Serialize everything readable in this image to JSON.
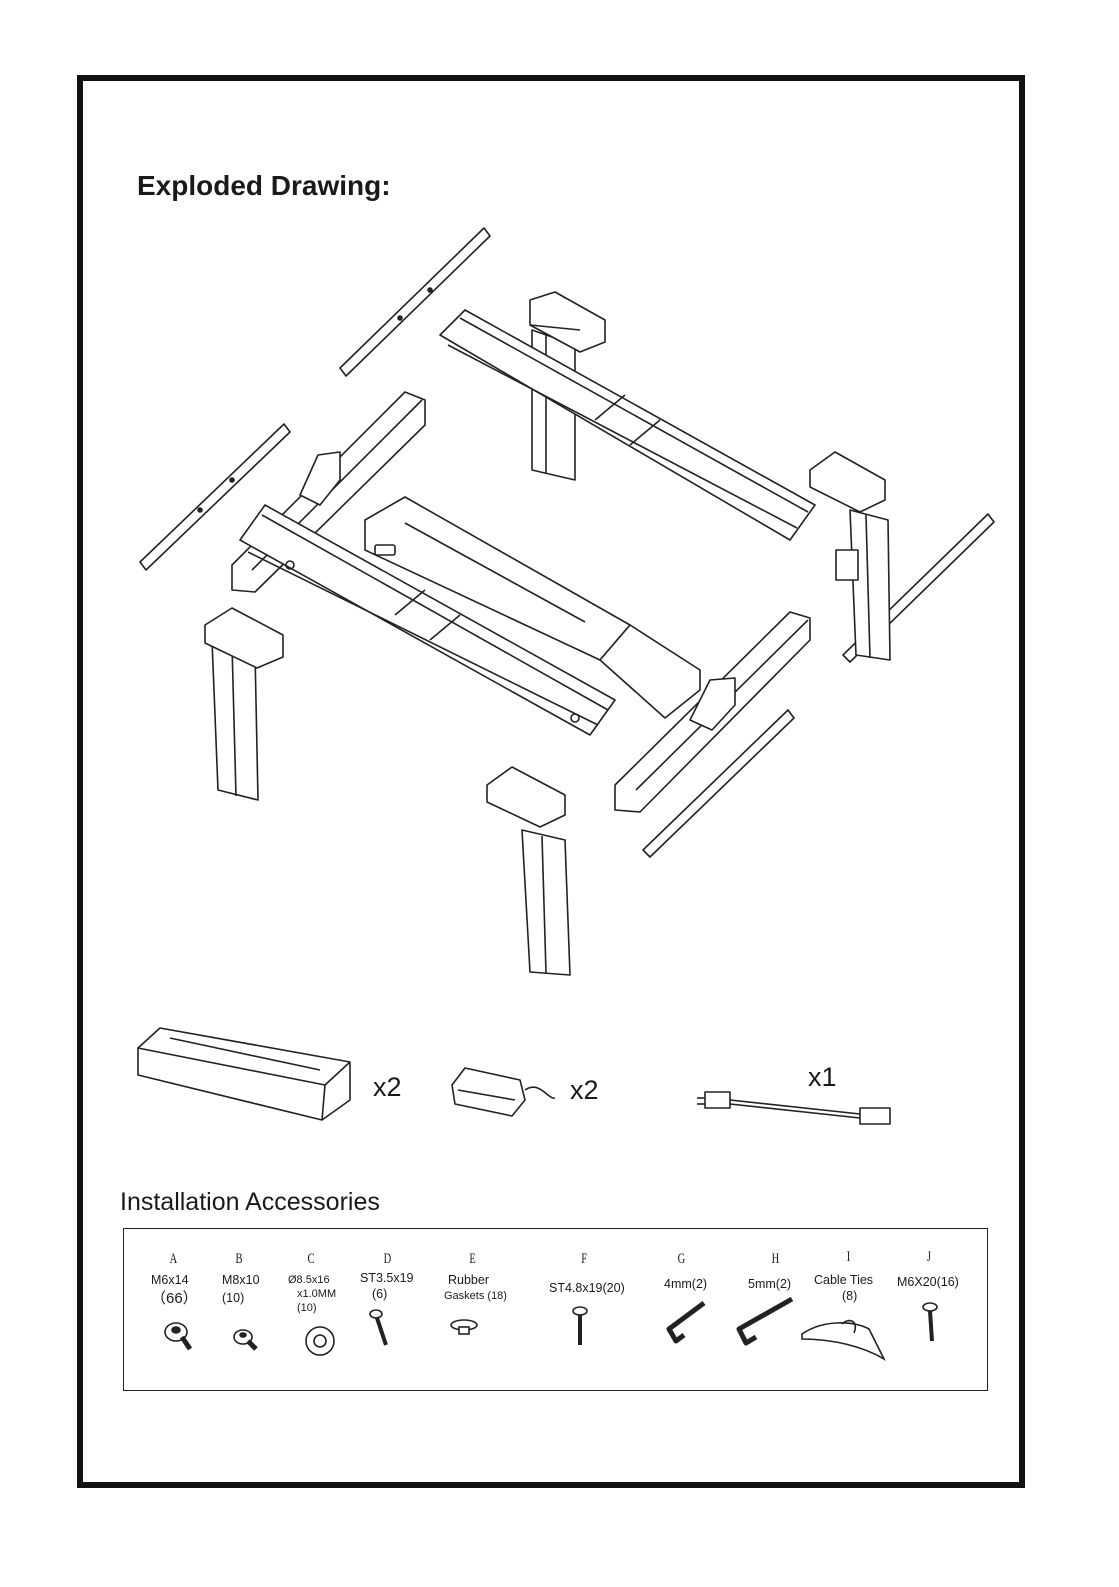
{
  "page": {
    "title": "Exploded Drawing:"
  },
  "components": [
    {
      "id": "control-box",
      "qty": "x2"
    },
    {
      "id": "bracket",
      "qty": "x2"
    },
    {
      "id": "power-cable",
      "qty": "x1"
    }
  ],
  "accessories": {
    "title": "Installation  Accessories",
    "items": [
      {
        "letter": "A",
        "lines": [
          "M6x14",
          "（66）"
        ]
      },
      {
        "letter": "B",
        "lines": [
          "M8x10",
          "(10)"
        ]
      },
      {
        "letter": "C",
        "lines": [
          "Ø8.5x16",
          "x1.0MM",
          "(10)"
        ]
      },
      {
        "letter": "D",
        "lines": [
          "ST3.5x19",
          "(6)"
        ]
      },
      {
        "letter": "E",
        "lines": [
          "Rubber",
          "Gaskets (18)"
        ]
      },
      {
        "letter": "F",
        "lines": [
          "ST4.8x19(20)"
        ]
      },
      {
        "letter": "G",
        "lines": [
          "4mm(2)"
        ]
      },
      {
        "letter": "H",
        "lines": [
          "5mm(2)"
        ]
      },
      {
        "letter": "I",
        "lines": [
          "Cable Ties",
          "(8)"
        ]
      },
      {
        "letter": "J",
        "lines": [
          "M6X20(16)"
        ]
      }
    ]
  }
}
